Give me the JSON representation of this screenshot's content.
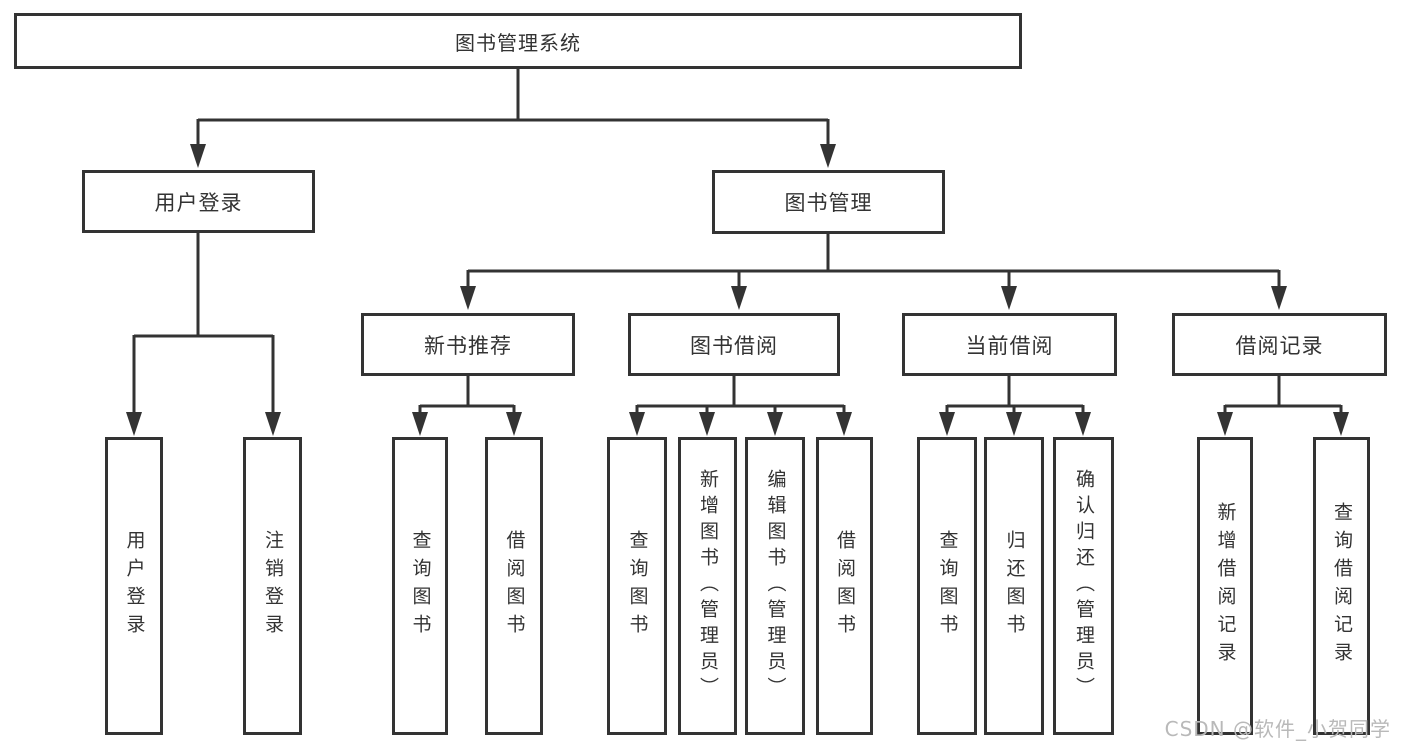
{
  "tree": {
    "root": {
      "label": "图书管理系统"
    },
    "branches": [
      {
        "label": "用户登录",
        "children": [
          {
            "label": "用户登录"
          },
          {
            "label": "注销登录"
          }
        ]
      },
      {
        "label": "图书管理",
        "children": [
          {
            "label": "新书推荐",
            "children": [
              {
                "label": "查询图书"
              },
              {
                "label": "借阅图书"
              }
            ]
          },
          {
            "label": "图书借阅",
            "children": [
              {
                "label": "查询图书"
              },
              {
                "label": "新增图书（管理员）"
              },
              {
                "label": "编辑图书（管理员）"
              },
              {
                "label": "借阅图书"
              }
            ]
          },
          {
            "label": "当前借阅",
            "children": [
              {
                "label": "查询图书"
              },
              {
                "label": "归还图书"
              },
              {
                "label": "确认归还（管理员）"
              }
            ]
          },
          {
            "label": "借阅记录",
            "children": [
              {
                "label": "新增借阅记录"
              },
              {
                "label": "查询借阅记录"
              }
            ]
          }
        ]
      }
    ]
  },
  "watermark": {
    "text": "CSDN @软件_小贺同学"
  },
  "colors": {
    "line": "#333333",
    "text": "#333333",
    "watermark": "#b9b9b9",
    "background": "#ffffff"
  }
}
